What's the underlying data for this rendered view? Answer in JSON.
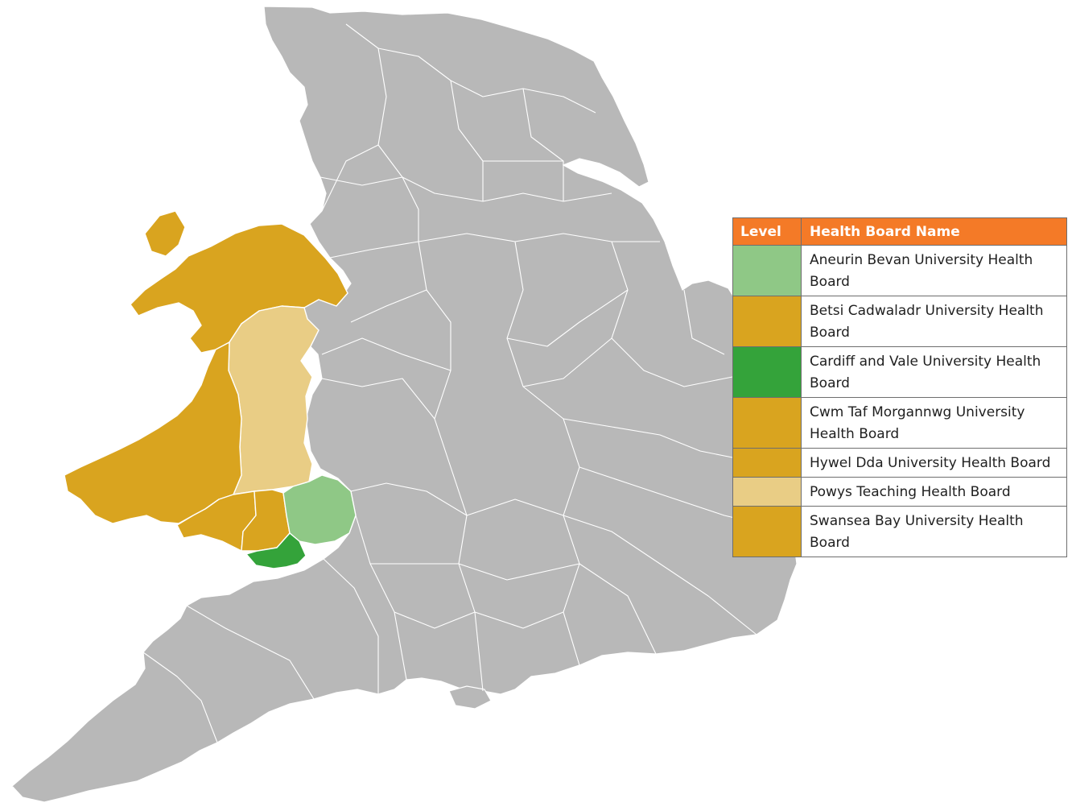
{
  "colors": {
    "background": "#ffffff",
    "land_other": "#b8b8b8",
    "boundary": "#ffffff",
    "header": "#f47a27",
    "level_light_green": "#8fc886",
    "level_dark_green": "#34a33a",
    "level_amber": "#d9a41f",
    "level_beige": "#e9cd85"
  },
  "legend": {
    "header_level": "Level",
    "header_name": "Health Board Name",
    "rows": [
      {
        "name": "Aneurin Bevan University Health Board",
        "color": "#8fc886"
      },
      {
        "name": "Betsi Cadwaladr University Health Board",
        "color": "#d9a41f"
      },
      {
        "name": "Cardiff and Vale University Health Board",
        "color": "#34a33a"
      },
      {
        "name": "Cwm Taf Morgannwg University Health Board",
        "color": "#d9a41f"
      },
      {
        "name": "Hywel Dda University Health Board",
        "color": "#d9a41f"
      },
      {
        "name": "Powys Teaching Health Board",
        "color": "#e9cd85"
      },
      {
        "name": "Swansea Bay University Health Board",
        "color": "#d9a41f"
      }
    ]
  },
  "map": {
    "regions": [
      {
        "name": "Betsi Cadwaladr University Health Board",
        "color": "#d9a41f"
      },
      {
        "name": "Powys Teaching Health Board",
        "color": "#e9cd85"
      },
      {
        "name": "Hywel Dda University Health Board",
        "color": "#d9a41f"
      },
      {
        "name": "Swansea Bay University Health Board",
        "color": "#d9a41f"
      },
      {
        "name": "Cwm Taf Morgannwg University Health Board",
        "color": "#d9a41f"
      },
      {
        "name": "Aneurin Bevan University Health Board",
        "color": "#8fc886"
      },
      {
        "name": "Cardiff and Vale University Health Board",
        "color": "#34a33a"
      }
    ]
  }
}
